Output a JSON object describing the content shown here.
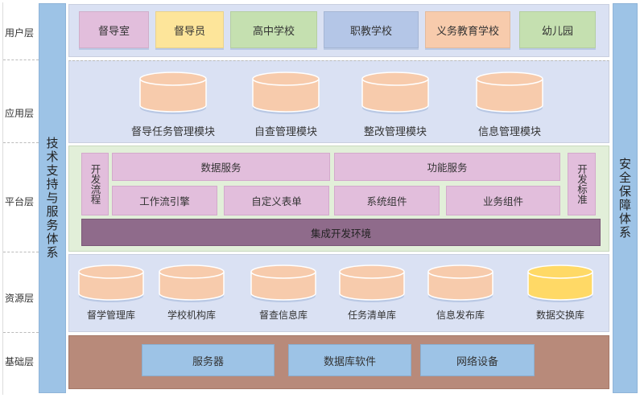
{
  "layers": {
    "user": "用户层",
    "app": "应用层",
    "platform": "平台层",
    "resource": "资源层",
    "base": "基础层"
  },
  "left_bar": "技术支持与服务体系",
  "right_bar": "安全保障体系",
  "user_layer": [
    {
      "label": "督导室",
      "color": "#e2bedc"
    },
    {
      "label": "督导员",
      "color": "#fde59a"
    },
    {
      "label": "高中学校",
      "color": "#c5e0b0"
    },
    {
      "label": "职教学校",
      "color": "#b4c6e7"
    },
    {
      "label": "义务教育学校",
      "color": "#f7cbac"
    },
    {
      "label": "幼儿园",
      "color": "#c5e0b0"
    }
  ],
  "app_layer": [
    "督导任务管理模块",
    "自查管理模块",
    "整改管理模块",
    "信息管理模块"
  ],
  "platform_layer": {
    "dev_process": "开发流程",
    "dev_standard": "开发标准",
    "data_service": "数据服务",
    "function_service": "功能服务",
    "workflow": "工作流引擎",
    "custom_form": "自定义表单",
    "system_component": "系统组件",
    "business_component": "业务组件",
    "ide": "集成开发环境"
  },
  "resource_layer": [
    {
      "label": "督学管理库",
      "color": "#f7cbac"
    },
    {
      "label": "学校机构库",
      "color": "#f7cbac"
    },
    {
      "label": "督查信息库",
      "color": "#f7cbac"
    },
    {
      "label": "任务清单库",
      "color": "#f7cbac"
    },
    {
      "label": "信息发布库",
      "color": "#f7cbac"
    },
    {
      "label": "数据交换库",
      "color": "#ffd966"
    }
  ],
  "base_layer": [
    "服务器",
    "数据库软件",
    "网络设备"
  ]
}
